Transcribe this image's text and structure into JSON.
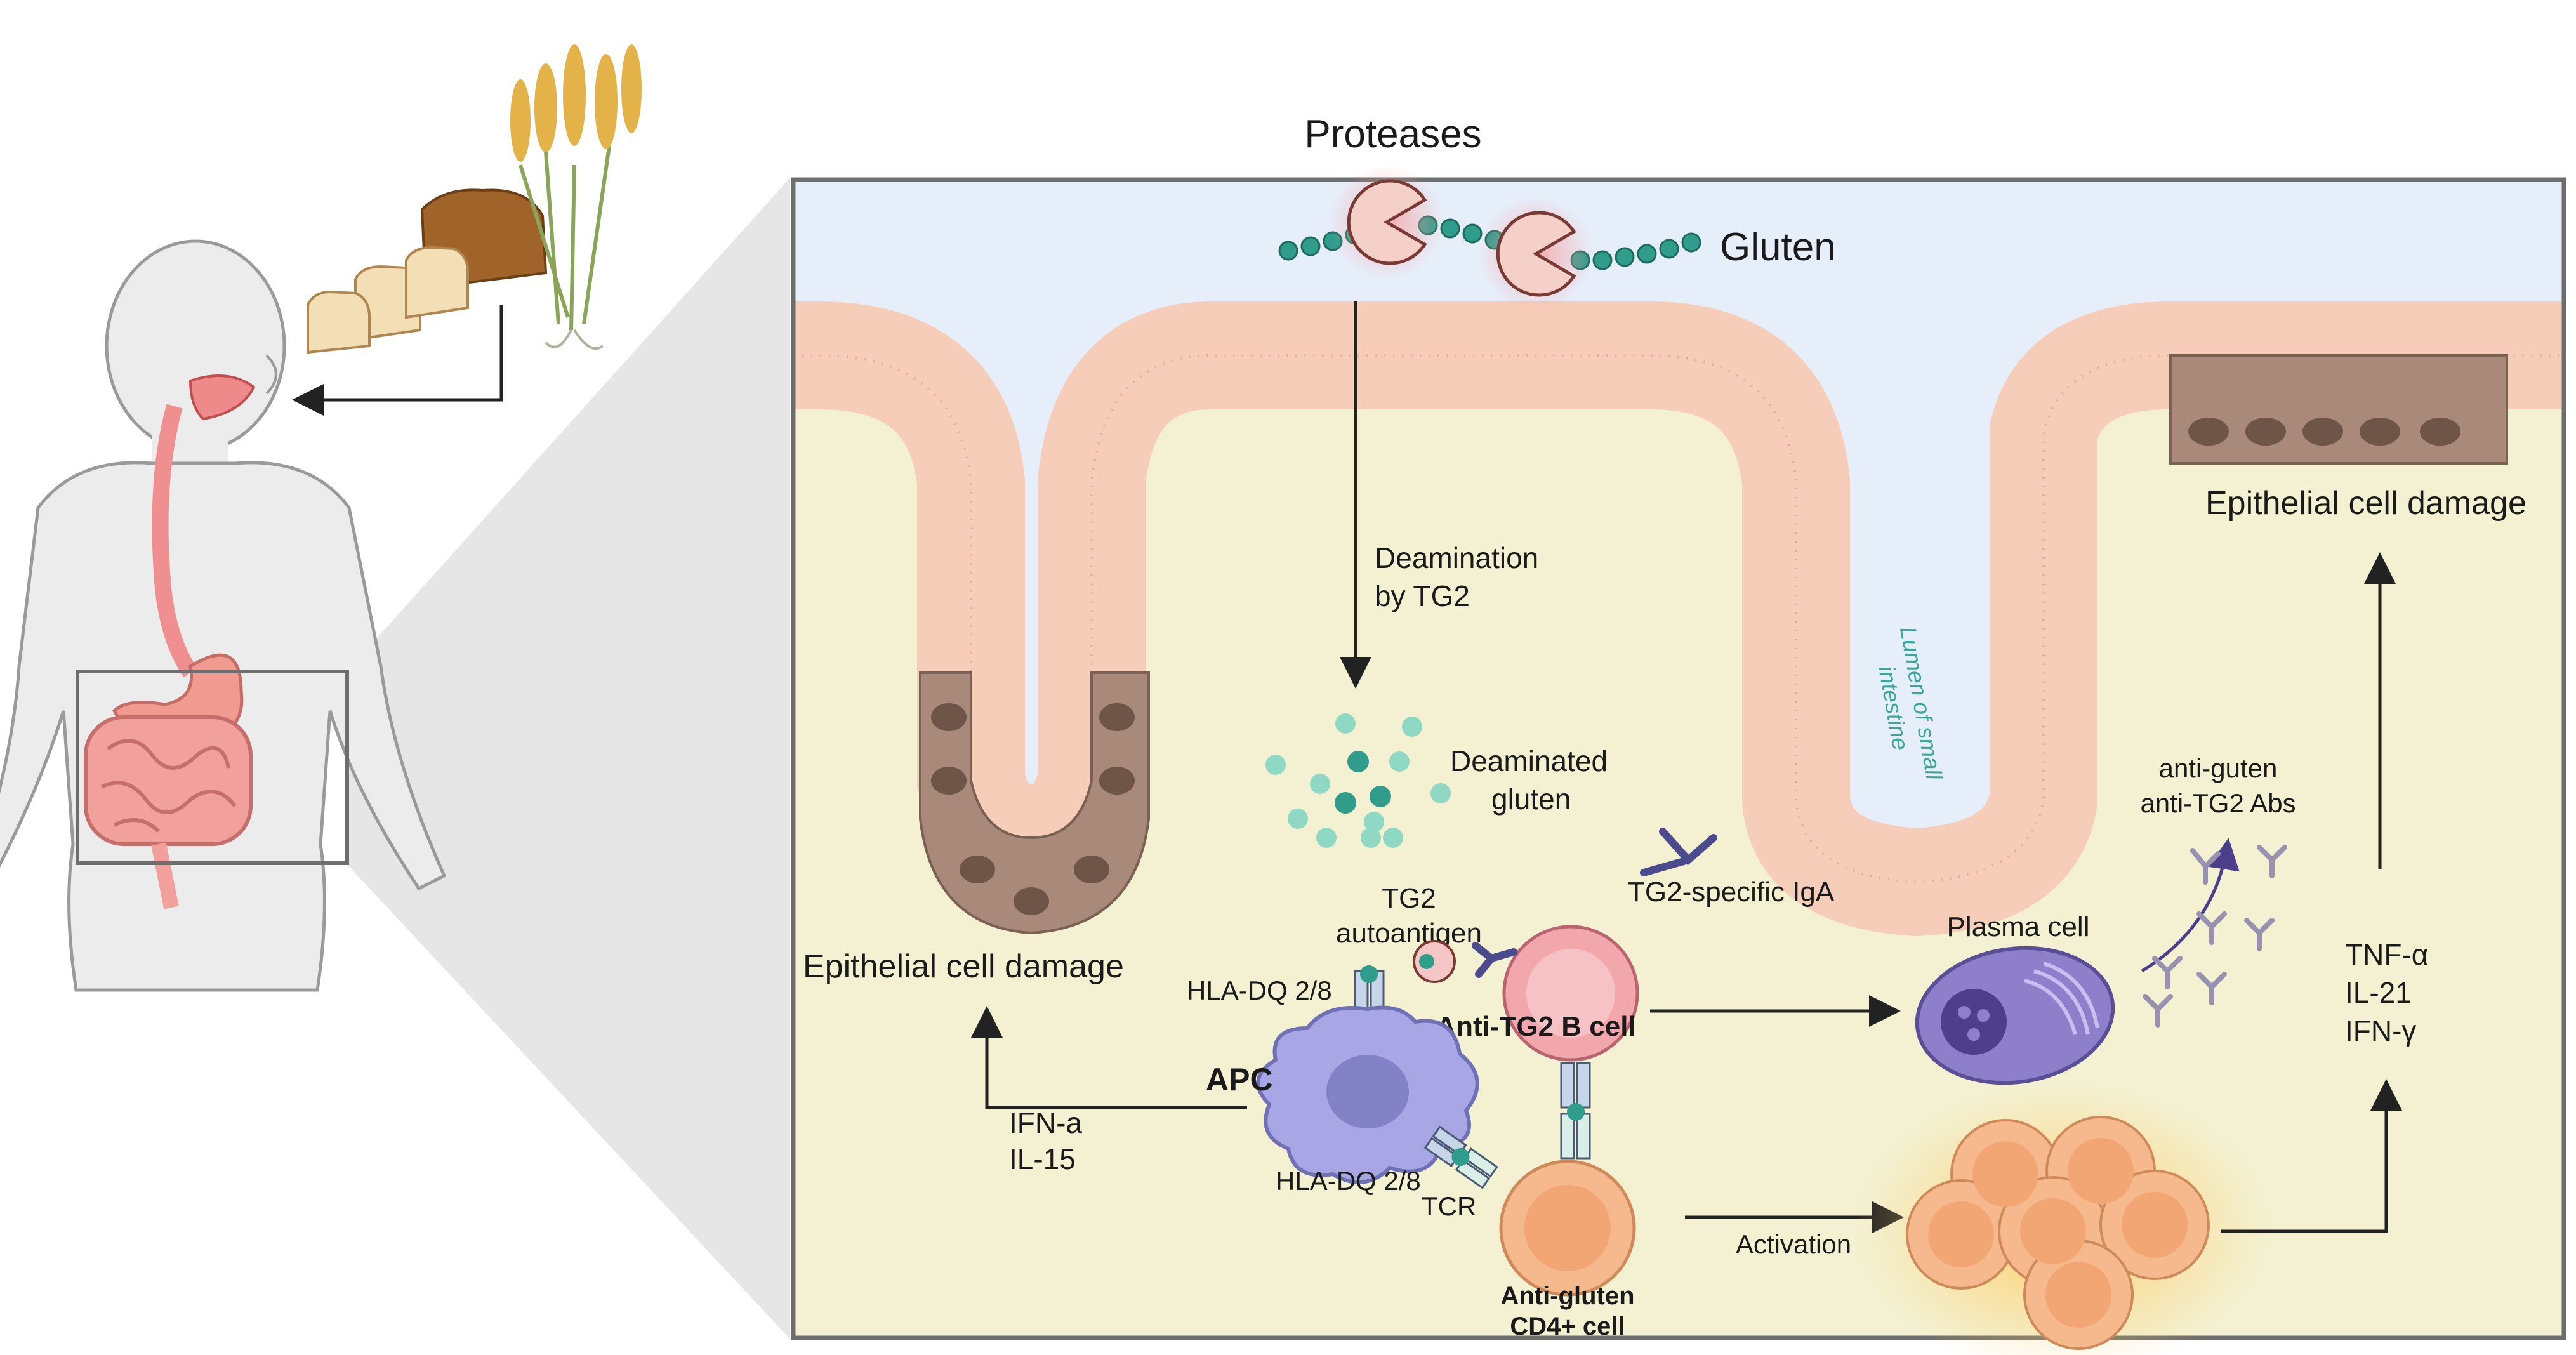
{
  "labels": {
    "proteases": "Proteases",
    "gluten": "Gluten",
    "deamination_line1": "Deamination",
    "deamination_line2": "by TG2",
    "deaminated_line1": "Deaminated",
    "deaminated_line2": "gluten",
    "lumen_line1": "Lumen of small",
    "lumen_line2": "intestine",
    "epithelial_damage_left": "Epithelial cell damage",
    "epithelial_damage_right": "Epithelial cell damage",
    "tg2_line1": "TG2",
    "tg2_line2": "autoantigen",
    "tg2_iga": "TG2-specific IgA",
    "hla_top": "HLA-DQ 2/8",
    "hla_bottom": "HLA-DQ 2/8",
    "apc": "APC",
    "ifn_a": "IFN-a",
    "il15": "IL-15",
    "tcr": "TCR",
    "anti_tg2_b_cell": "Anti-TG2 B cell",
    "anti_gluten_line1": "Anti-gluten",
    "anti_gluten_line2": "CD4+ cell",
    "activation": "Activation",
    "plasma_cell": "Plasma cell",
    "abs_line1": "anti-guten",
    "abs_line2": "anti-TG2 Abs",
    "tnf": "TNF-α",
    "il21": "IL-21",
    "ifn_g": "IFN-γ"
  },
  "colors": {
    "lumen": "#e6eefa",
    "lamina": "#f3f1d2",
    "epithelium": "#f6cdb9",
    "damaged_epithelium": "#a8897a",
    "gluten_bead": "#2f9c8c",
    "deaminated_light": "#8fd8c4",
    "apc": "#a8a6e4",
    "b_cell": "#f2a7ad",
    "plasma_cell": "#8d7fc9",
    "t_cell": "#f5b98d",
    "frame": "#6e6e6e"
  }
}
